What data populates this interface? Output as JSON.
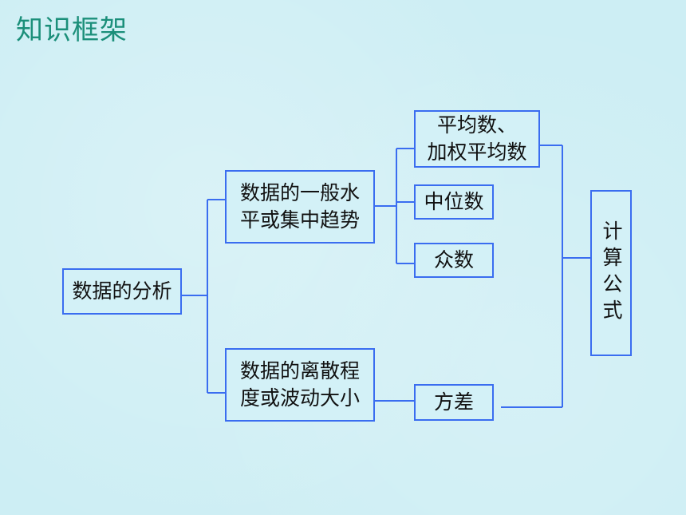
{
  "title": "知识框架",
  "diagram": {
    "root": "数据的分析",
    "central_tendency": {
      "line1": "数据的一般水",
      "line2": "平或集中趋势"
    },
    "dispersion": {
      "line1": "数据的离散程",
      "line2": "度或波动大小"
    },
    "mean": {
      "line1": "平均数、",
      "line2": "加权平均数"
    },
    "median": "中位数",
    "mode": "众数",
    "variance": "方差",
    "formula": "计算公式"
  }
}
